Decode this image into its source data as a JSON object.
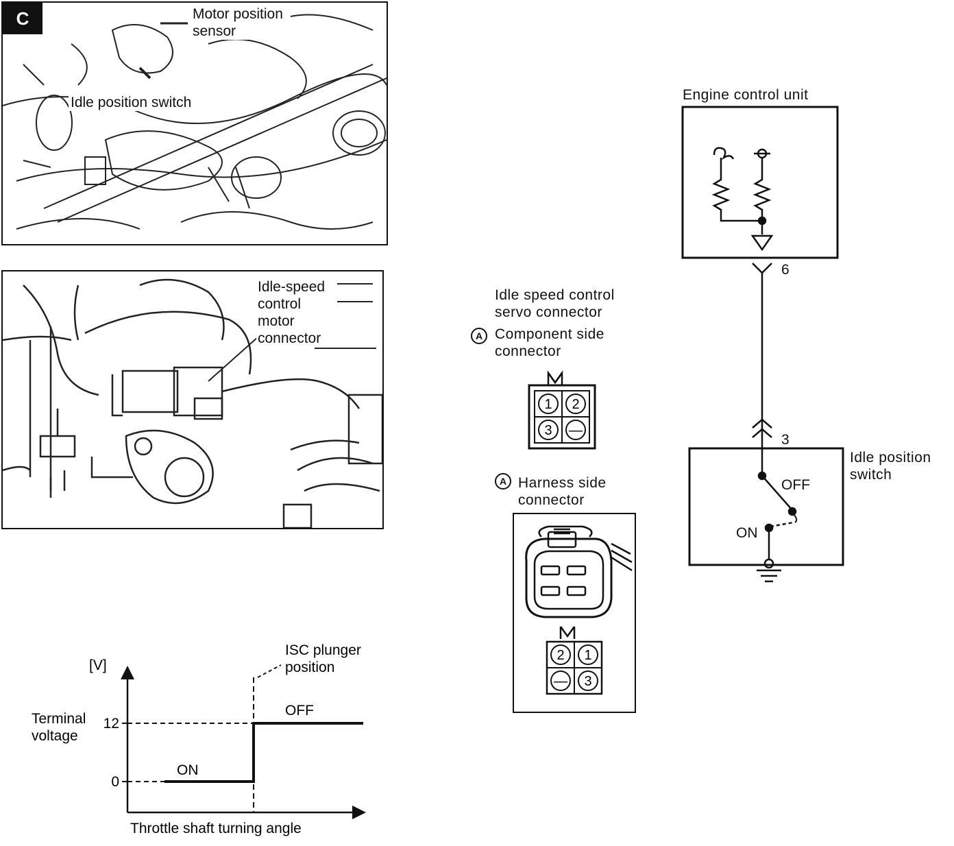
{
  "photo_c": {
    "badge": "C",
    "motor_sensor_lines": [
      "Motor position",
      "sensor"
    ],
    "idle_switch_label": "Idle position switch"
  },
  "photo_motor": {
    "label_lines": [
      "Idle-speed",
      "control",
      "motor",
      "connector"
    ]
  },
  "chart_data": {
    "type": "line",
    "ylabel_unit": "[V]",
    "ylabel": [
      "Terminal",
      "voltage"
    ],
    "xlabel": "Throttle shaft turning angle",
    "yticks": [
      0,
      12
    ],
    "ylim": [
      0,
      12
    ],
    "marker_label": [
      "ISC plunger",
      "position"
    ],
    "states": [
      {
        "label": "ON",
        "voltage": 0
      },
      {
        "label": "OFF",
        "voltage": 12
      }
    ]
  },
  "connectors": {
    "title_lines": [
      "Idle speed control",
      "servo connector"
    ],
    "marker_glyph": "A",
    "component_side_lines": [
      "Component side",
      "connector"
    ],
    "component_pins": [
      "1",
      "2",
      "3",
      "—"
    ],
    "harness_side_lines": [
      "Harness side",
      "connector"
    ],
    "harness_pins": [
      "2",
      "1",
      "—",
      "3"
    ]
  },
  "circuit": {
    "ecu_label": "Engine control unit",
    "ecu_pin": "6",
    "switch_pin": "3",
    "switch_label_lines": [
      "Idle position",
      "switch"
    ],
    "off_label": "OFF",
    "on_label": "ON"
  }
}
